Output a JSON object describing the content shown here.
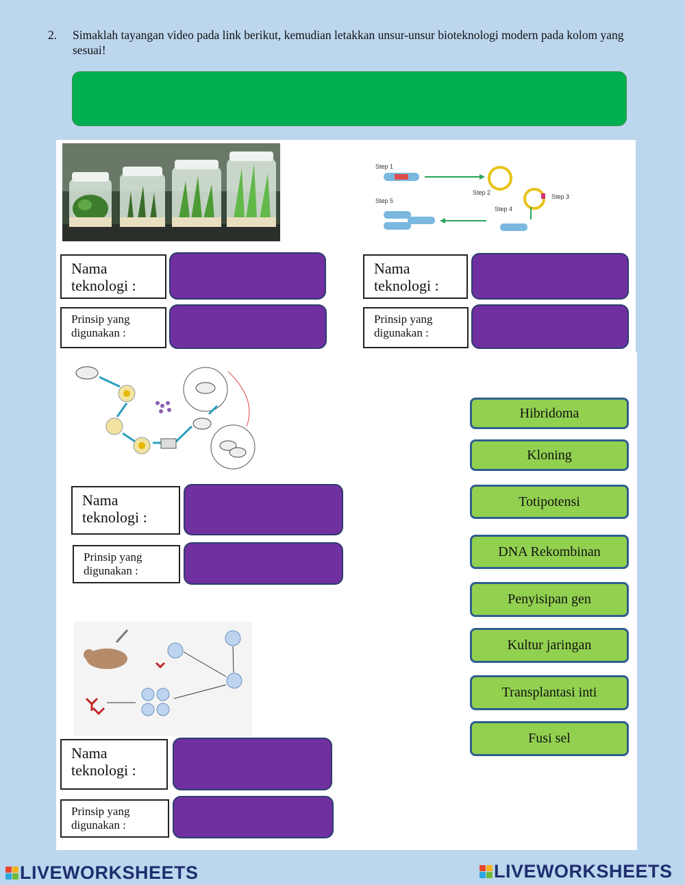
{
  "instruction": {
    "number": "2.",
    "text": "Simaklah tayangan video pada link berikut, kemudian letakkan unsur-unsur bioteknologi modern pada kolom yang sesuai!"
  },
  "sections": [
    {
      "name_label": "Nama teknologi :",
      "principle_label": "Prinsip yang digunakan :",
      "image": "plant-tissue-culture-jars"
    },
    {
      "name_label": "Nama teknologi :",
      "principle_label": "Prinsip yang digunakan :",
      "image": "recombinant-dna-steps-diagram"
    },
    {
      "name_label": "Nama teknologi :",
      "principle_label": "Prinsip yang digunakan :",
      "image": "sheep-cloning-diagram"
    },
    {
      "name_label": "Nama teknologi :",
      "principle_label": "Prinsip yang digunakan :",
      "image": "hybridoma-antibody-diagram"
    }
  ],
  "diagram_text": {
    "step1": "Step 1",
    "step2": "Step 2",
    "step3": "Step 3",
    "step4": "Step 4",
    "step5": "Step 5"
  },
  "choices": [
    "Hibridoma",
    "Kloning",
    "Totipotensi",
    "DNA Rekombinan",
    "Penyisipan gen",
    "Kultur jaringan",
    "Transplantasi inti",
    "Fusi sel"
  ],
  "branding": {
    "logo_text": "LIVEWORKSHEETS"
  },
  "colors": {
    "page_bg": "#bcd6ee",
    "green_bar": "#00b050",
    "drop_zone": "#7030a0",
    "choice_bg": "#92d050",
    "choice_border": "#2f5e8e",
    "logo": "#1d2f6e"
  }
}
